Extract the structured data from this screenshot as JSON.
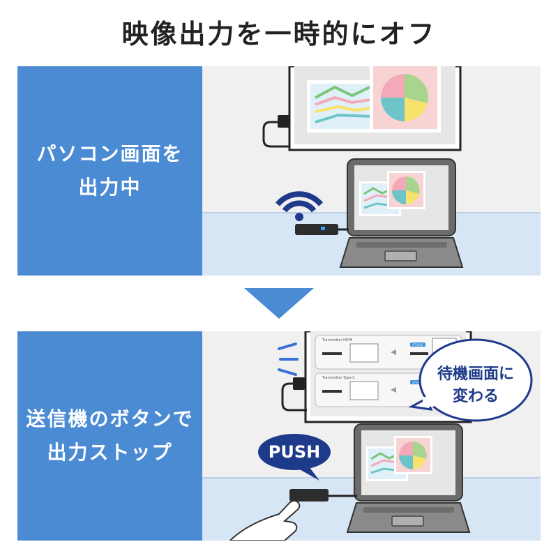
{
  "title": "映像出力を一時的にオフ",
  "panel1": {
    "line1": "パソコン画面を",
    "line2": "出力中"
  },
  "panel2": {
    "line1": "送信機のボタンで",
    "line2": "出力ストップ"
  },
  "speech_bubble": {
    "line1": "待機画面に",
    "line2": "変わる"
  },
  "push_label": "PUSH",
  "standby_screen": {
    "row1_label": "Transmitter HDMI",
    "row2_label": "Transmitter Type-C",
    "badge": "ST-DISC"
  },
  "colors": {
    "accent_blue": "#4a8bd4",
    "dark_navy": "#1e3a8a",
    "floor": "#d6e6f5",
    "wall": "#f0f0f0"
  }
}
